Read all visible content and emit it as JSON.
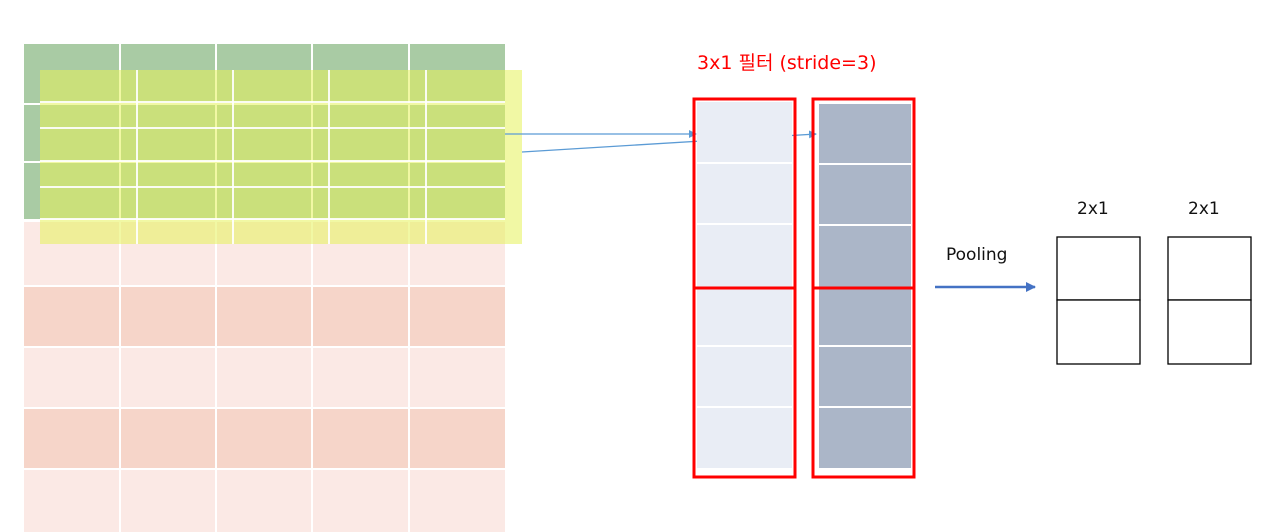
{
  "filter": {
    "title": "3x1 필터 (stride=3)",
    "color": "#ff0000"
  },
  "pooling": {
    "label": "Pooling",
    "arrow_color": "#4472c4"
  },
  "outputs": [
    {
      "label": "2x1"
    },
    {
      "label": "2x1"
    }
  ],
  "colors": {
    "input_green": "#a9cba4",
    "input_salmon_dark": "#f6d5c9",
    "input_salmon_light": "#fbe9e5",
    "highlight_yellow": "#e6f25a",
    "column_light": "#e9edf5",
    "column_dark": "#abb6c8",
    "connector_line": "#5b9bd5"
  }
}
